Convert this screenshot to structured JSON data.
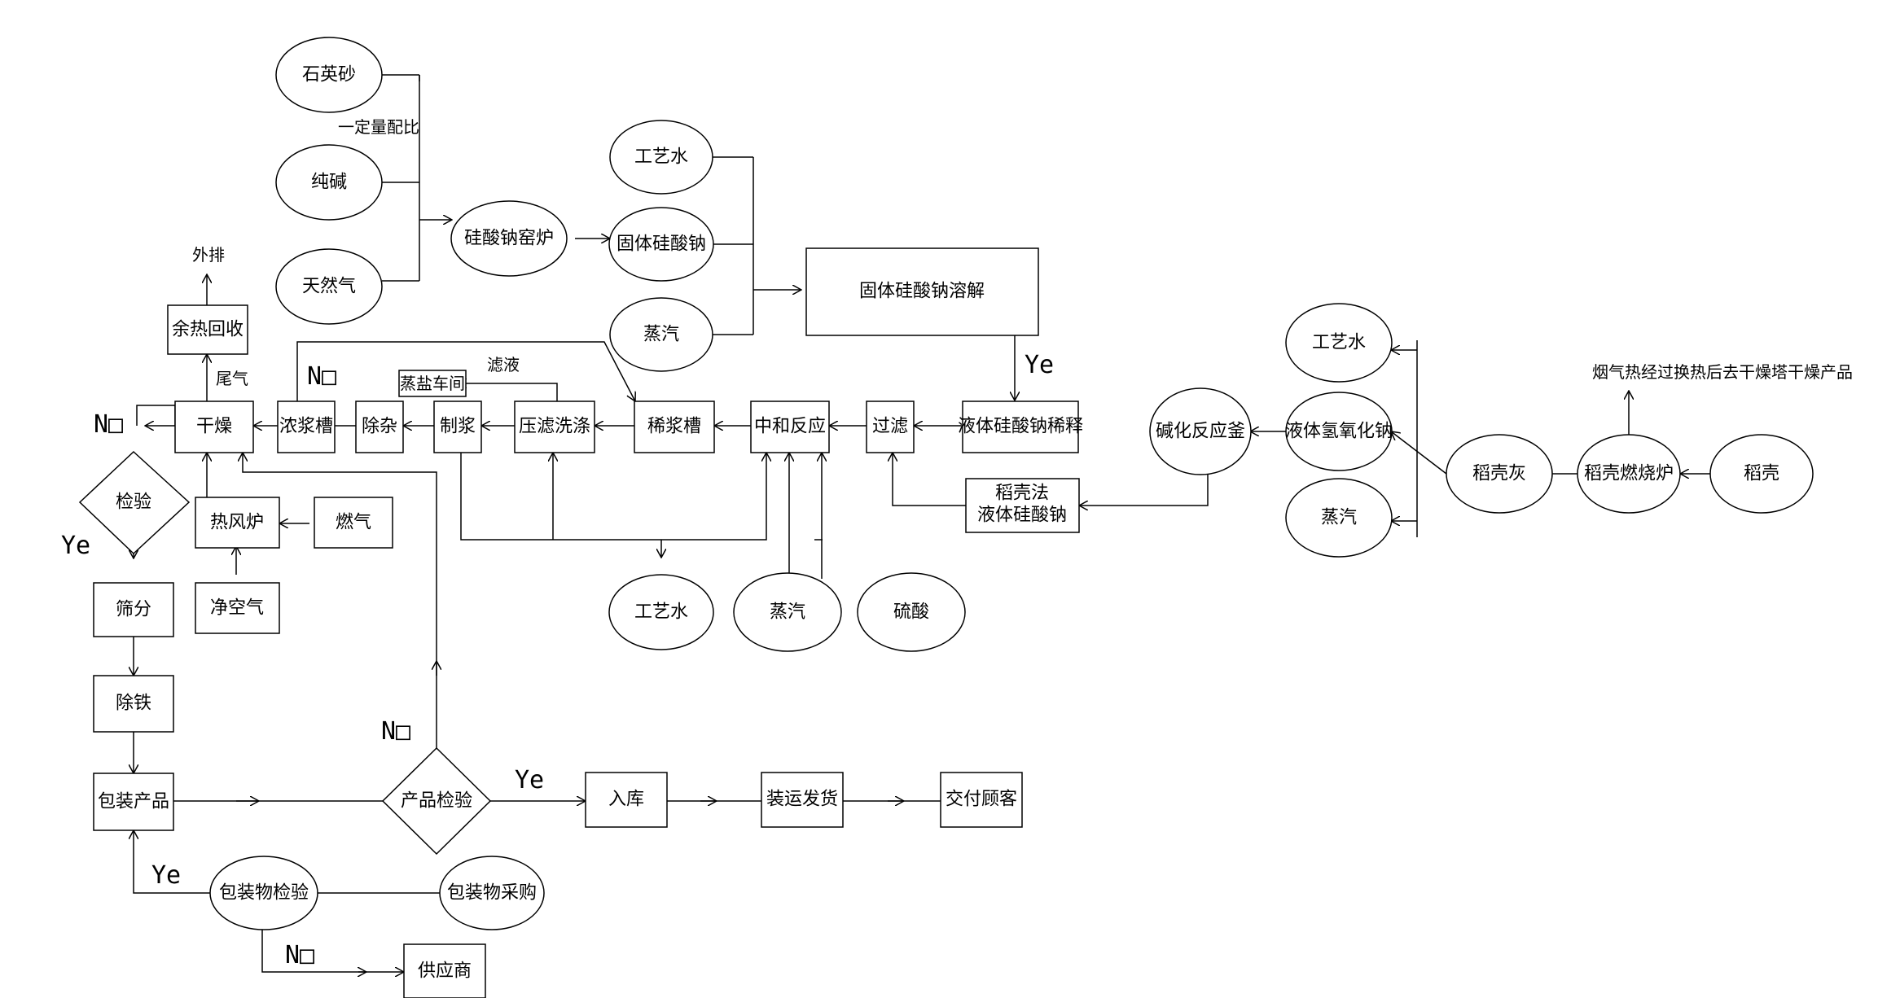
{
  "nodes": {
    "quartz_sand": "石英砂",
    "soda_ash": "纯碱",
    "natural_gas": "天然气",
    "silicate_furnace": "硅酸钠窑炉",
    "process_water_1": "工艺水",
    "solid_silicate": "固体硅酸钠",
    "steam_1": "蒸汽",
    "solid_silicate_dissolve": "固体硅酸钠溶解",
    "liquid_silicate_dilution": "液体硅酸钠稀释",
    "filtration": "过滤",
    "neutralization": "中和反应",
    "dilute_slurry_tank": "稀浆槽",
    "press_filter_wash": "压滤洗涤",
    "slurry_making": "制浆",
    "impurity_removal": "除杂",
    "concentrated_slurry_tank": "浓浆槽",
    "drying": "干燥",
    "waste_heat_recovery": "余热回收",
    "inspection": "检验",
    "hot_air_furnace": "热风炉",
    "fuel_gas": "燃气",
    "clean_air": "净空气",
    "screening": "筛分",
    "iron_removal": "除铁",
    "package_product": "包装产品",
    "product_inspection": "产品检验",
    "warehousing": "入库",
    "shipping": "装运发货",
    "deliver_customer": "交付顾客",
    "packaging_inspection": "包装物检验",
    "packaging_purchase": "包装物采购",
    "supplier": "供应商",
    "evaporation_workshop": "蒸盐车间",
    "process_water_2": "工艺水",
    "steam_2": "蒸汽",
    "sulfuric_acid": "硫酸",
    "rice_husk_silicate_line1": "稻壳法",
    "rice_husk_silicate_line2": "液体硅酸钠",
    "alkali_reactor": "碱化反应釜",
    "process_water_3": "工艺水",
    "liquid_naoh": "液体氢氧化钠",
    "steam_3": "蒸汽",
    "rice_husk_ash": "稻壳灰",
    "husk_furnace": "稻壳燃烧炉",
    "rice_husk": "稻壳"
  },
  "annotations": {
    "ratio": "一定量配比",
    "exhaust": "外排",
    "tail_gas": "尾气",
    "filtrate": "滤液",
    "flue_gas_note": "烟气热经过换热后去干燥塔干燥产品"
  },
  "branch_labels": {
    "no_drying": "N□",
    "no_conc_tank": "N□",
    "yes_inspection": "Ye",
    "no_product_inspection": "N□",
    "yes_product_inspection": "Ye",
    "yes_packaging": "Ye",
    "no_packaging": "N□",
    "yes_dissolve": "Ye"
  }
}
